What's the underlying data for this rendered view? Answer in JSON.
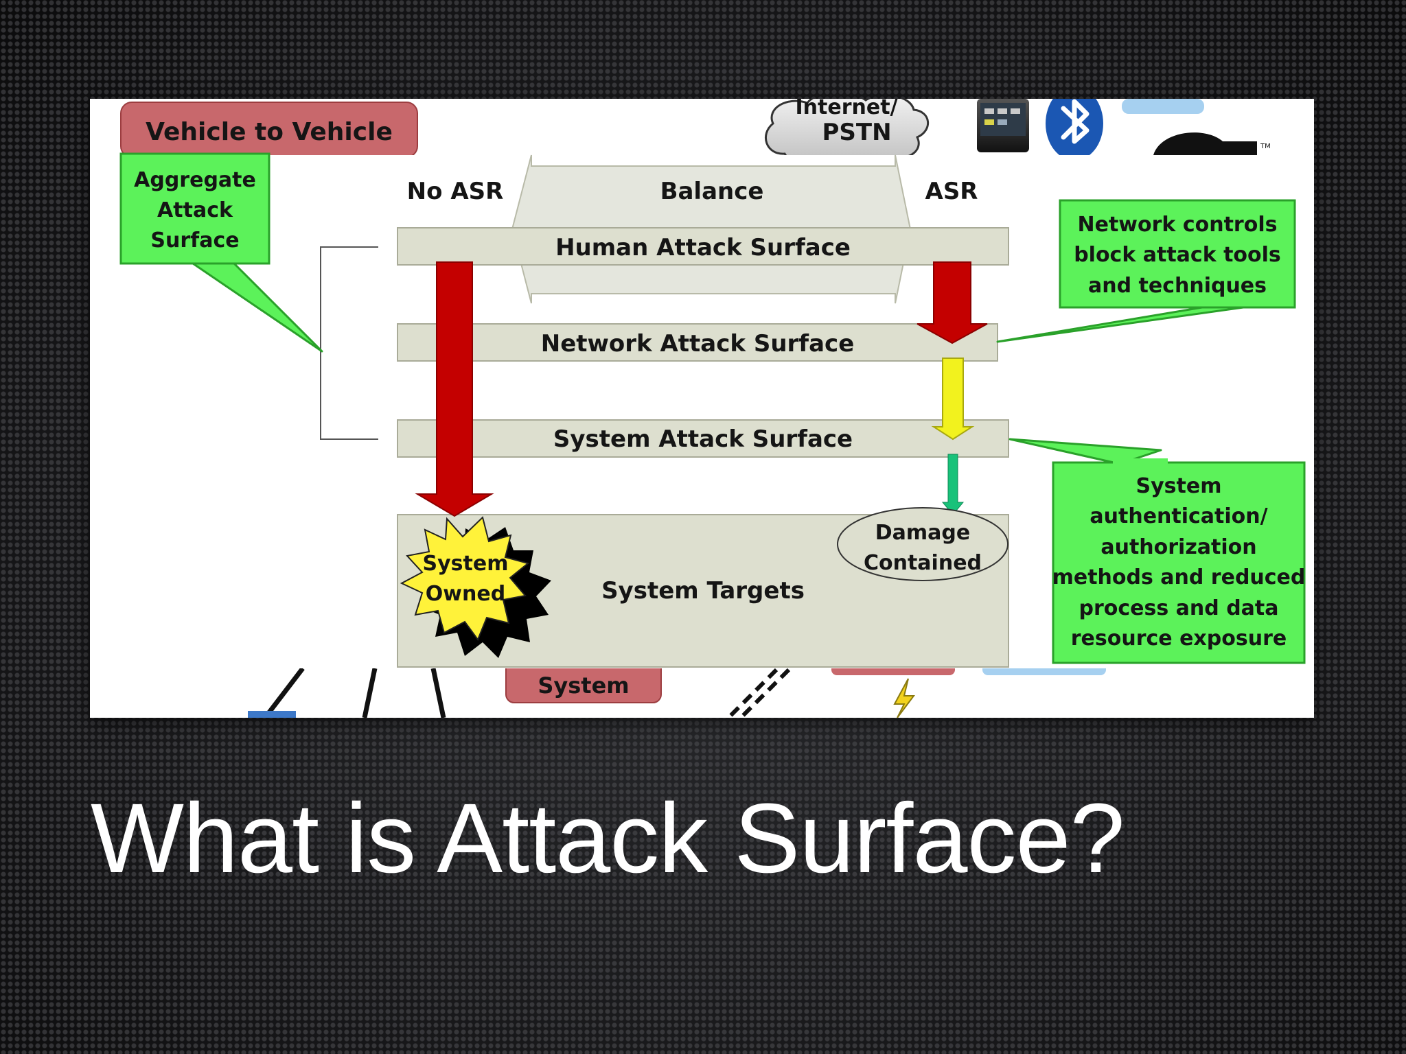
{
  "slide": {
    "title": "What is Attack Surface?"
  },
  "diagram": {
    "header": {
      "vehicle_to_vehicle": "Vehicle to Vehicle",
      "cloud_top": "Internet/",
      "cloud_bottom": "PSTN"
    },
    "callouts": {
      "aggregate": [
        "Aggregate",
        "Attack",
        "Surface"
      ],
      "network": [
        "Network controls",
        "block attack tools",
        "and techniques"
      ],
      "system": [
        "System",
        "authentication/",
        "authorization",
        "methods and reduced",
        "process and data",
        "resource exposure"
      ]
    },
    "balance": {
      "left": "No ASR",
      "center": "Balance",
      "right": "ASR"
    },
    "layers": {
      "human": "Human Attack Surface",
      "network": "Network Attack Surface",
      "system": "System Attack Surface",
      "targets": "System Targets"
    },
    "burst": [
      "System",
      "Owned"
    ],
    "damage": [
      "Damage",
      "Contained"
    ],
    "footer": {
      "system_box": "System"
    }
  },
  "colors": {
    "green_callout": "#5cf25a",
    "red_arrow": "#c40000",
    "yellow_arrow": "#f2f21e",
    "teal_arrow": "#19c27a",
    "layer_bar": "#dddfcf",
    "pink_box": "#c8686c",
    "bluetooth_blue": "#1b57b3"
  }
}
